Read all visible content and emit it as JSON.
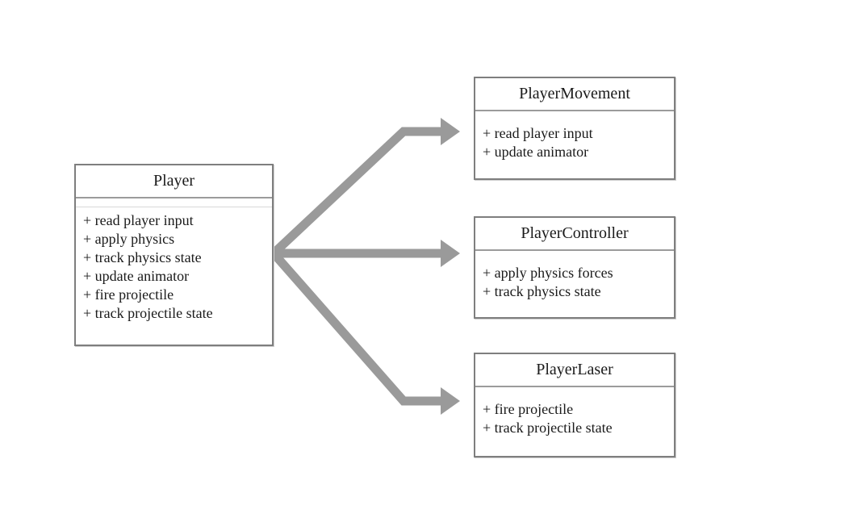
{
  "diagram": {
    "colors": {
      "arrow": "#9a9a9a",
      "box_border": "#7e7e7e",
      "divider": "#9b9b9b",
      "text": "#1a1a1a",
      "background": "#ffffff"
    },
    "nodes": [
      {
        "id": "player",
        "title": "Player",
        "methods": [
          "+ read player input",
          "+ apply physics",
          "+ track physics state",
          "+ update animator",
          "+ fire projectile",
          "+ track projectile state"
        ]
      },
      {
        "id": "player-movement",
        "title": "PlayerMovement",
        "methods": [
          "+ read player input",
          "+ update animator"
        ]
      },
      {
        "id": "player-controller",
        "title": "PlayerController",
        "methods": [
          "+ apply physics forces",
          "+ track physics state"
        ]
      },
      {
        "id": "player-laser",
        "title": "PlayerLaser",
        "methods": [
          "+ fire projectile",
          "+ track projectile state"
        ]
      }
    ],
    "edges": [
      {
        "from": "Player",
        "to": "PlayerMovement"
      },
      {
        "from": "Player",
        "to": "PlayerController"
      },
      {
        "from": "Player",
        "to": "PlayerLaser"
      }
    ]
  }
}
